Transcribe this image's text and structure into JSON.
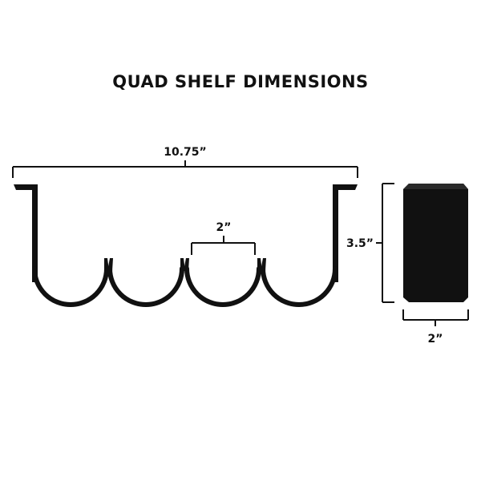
{
  "title": "QUAD SHELF DIMENSIONS",
  "dimensions": {
    "overall_width": "10.75”",
    "cup_width": "2”",
    "height": "3.5”",
    "depth": "2”"
  },
  "colors": {
    "shelf": "#111111",
    "dimension_line": "#111111",
    "background": "#ffffff"
  }
}
